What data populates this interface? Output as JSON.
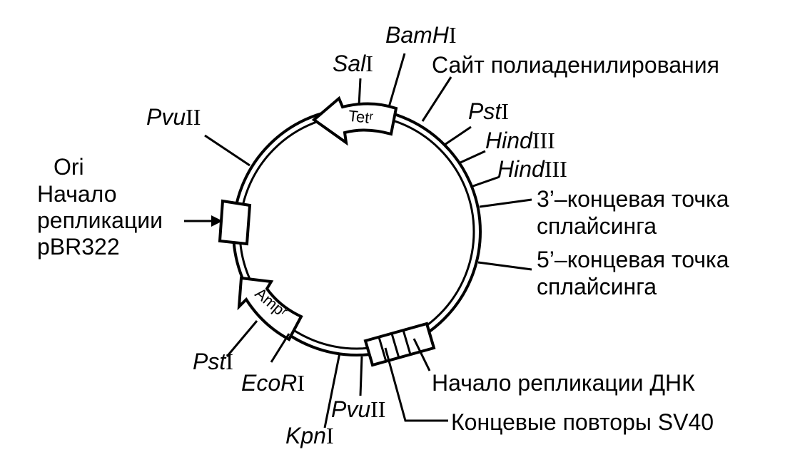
{
  "sites": {
    "salI": {
      "italic": "Sal",
      "roman": "I"
    },
    "bamHI": {
      "italic": "BamH",
      "roman": "I"
    },
    "pvuII_top": {
      "italic": "Pvu",
      "roman": "II"
    },
    "pstI_right": {
      "italic": "Pst",
      "roman": "I"
    },
    "hindIII_1": {
      "italic": "Hind",
      "roman": "III"
    },
    "hindIII_2": {
      "italic": "Hind",
      "roman": "III"
    },
    "pstI_bottom": {
      "italic": "Pst",
      "roman": "I"
    },
    "ecoRI": {
      "italic": "EcoR",
      "roman": "I"
    },
    "kpnI": {
      "italic": "Kpn",
      "roman": "I"
    },
    "pvuII_bottom": {
      "italic": "Pvu",
      "roman": "II"
    }
  },
  "labels": {
    "polyA": "Сайт полиаденилирования",
    "splice3_line1": "3’–концевая точка",
    "splice3_line2": "сплайсинга",
    "splice5_line1": "5’–концевая точка",
    "splice5_line2": "сплайсинга",
    "ori_line1": "Ori",
    "ori_line2": "Начало",
    "ori_line3": "репликации",
    "ori_line4": "pBR322",
    "dna_origin": "Начало репликации ДНК",
    "sv40_repeats": "Концевые повторы SV40"
  },
  "genes": {
    "tet": "Tetʳ",
    "amp": "Ampʳ"
  }
}
